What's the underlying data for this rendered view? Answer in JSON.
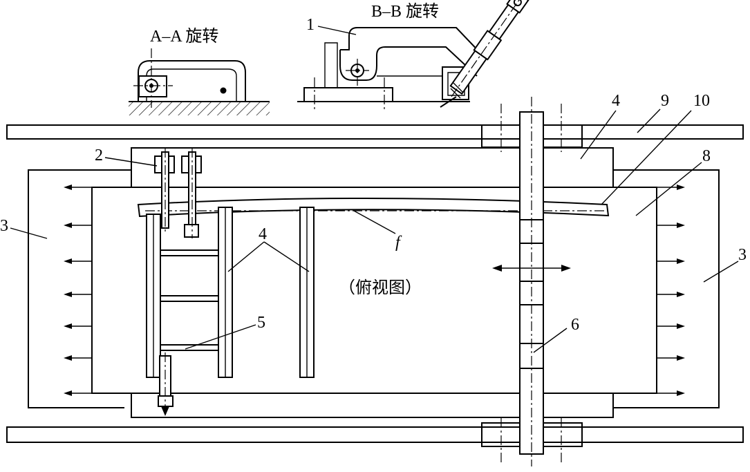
{
  "title_aa": "A–A 旋转",
  "title_bb": "B–B 旋转",
  "view_label": "（俯视图）",
  "labels": {
    "l1": "1",
    "l2": "2",
    "l3_left": "3",
    "l3_right": "3",
    "l4_top": "4",
    "l4_mid": "4",
    "l5": "5",
    "l6": "6",
    "l8": "8",
    "l9": "9",
    "l10": "10",
    "lf": "f"
  }
}
